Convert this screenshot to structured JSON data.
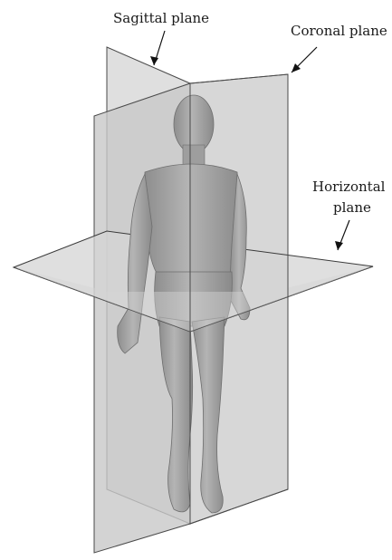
{
  "labels": {
    "sagittal": "Sagittal plane",
    "coronal": "Coronal plane",
    "horizontal_line1": "Horizontal",
    "horizontal_line2": "plane"
  },
  "colors": {
    "plane_fill": "#d8d8d8",
    "plane_edge": "#4a4a4a",
    "body_fill": "#a9a9a9",
    "body_shadow": "#8a8a8a",
    "text": "#1a1a1a"
  }
}
